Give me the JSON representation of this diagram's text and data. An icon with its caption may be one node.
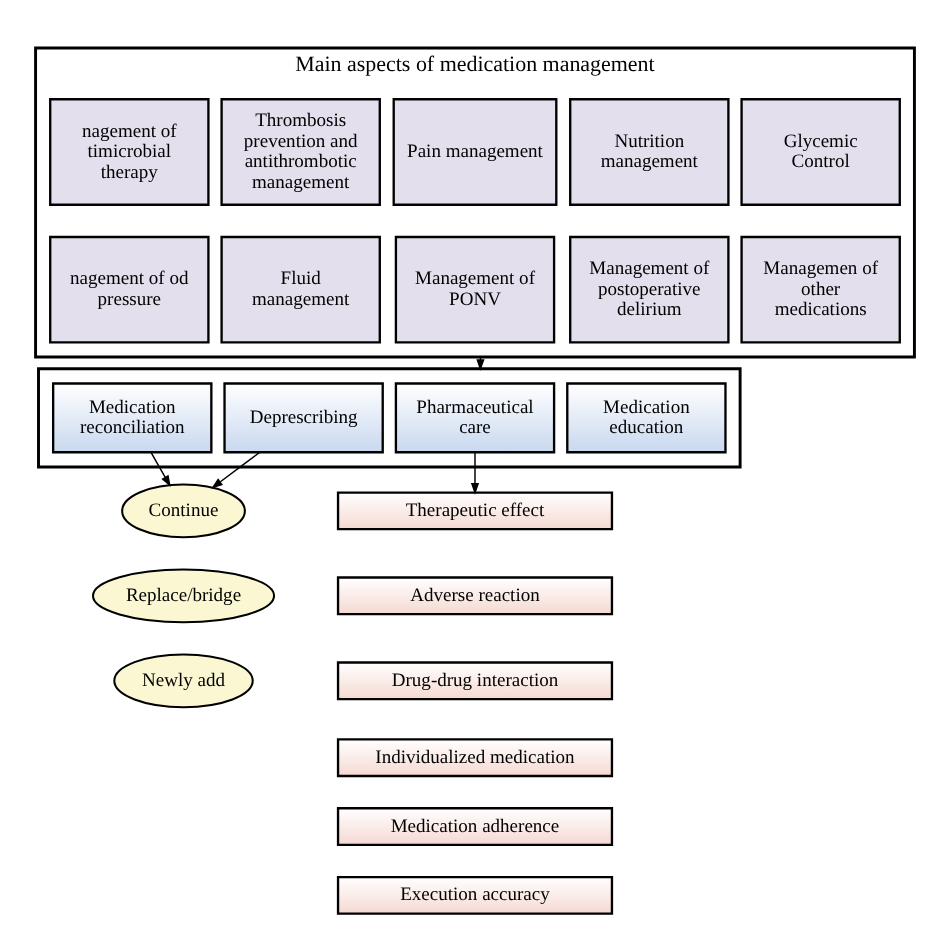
{
  "diagram": {
    "nodes": [
      {
        "text": [
          "Main aspects of medication management"
        ]
      },
      {
        "text": [
          "nagement of timicrobial therapy"
        ],
        "in": 0
      },
      {
        "text": [
          "Thrombosis prevention and antithrombotic management"
        ],
        "in": 0
      },
      {
        "text": [
          "Pain management"
        ],
        "in": 0
      },
      {
        "text": [
          "Nutrition management"
        ],
        "in": 0
      },
      {
        "text": [
          "Glycemic Control"
        ],
        "in": 0
      },
      {
        "text": [
          "nagement of od pressure"
        ],
        "in": 0
      },
      {
        "text": [
          "Fluid management"
        ],
        "in": 0
      },
      {
        "text": [
          "Management of PONV"
        ],
        "in": 0
      },
      {
        "text": [
          "Management of postoperative delirium"
        ],
        "in": 0
      },
      {
        "text": [
          "Managemen of other medications"
        ],
        "in": 0
      },
      {
        "text": [],
        "shape": "box"
      },
      {
        "text": [
          "Medication reconciliation"
        ],
        "in": 11
      },
      {
        "text": [
          "Deprescribing"
        ],
        "in": 11
      },
      {
        "text": [
          "Pharmaceutical care"
        ],
        "in": 11
      },
      {
        "text": [
          "Medication education"
        ],
        "in": 11
      },
      {
        "text": [
          "Continue"
        ]
      },
      {
        "text": [
          "Replace/bridge"
        ]
      },
      {
        "text": [
          "Newly add"
        ]
      },
      {
        "text": [
          "Therapeutic effect"
        ]
      },
      {
        "text": [
          "Adverse reaction"
        ]
      },
      {
        "text": [
          "Drug-drug interaction"
        ]
      },
      {
        "text": [
          "Individualized medication"
        ]
      },
      {
        "text": [
          "Medication adherence"
        ]
      },
      {
        "text": [
          "Execution accuracy"
        ]
      }
    ],
    "edges": [
      {
        "from": 0,
        "to": 11,
        "arrow": "to"
      },
      {
        "from": 12,
        "to": 16,
        "arrow": "to"
      },
      {
        "from": 13,
        "to": 16,
        "arrow": "to"
      },
      {
        "from": 14,
        "to": 19,
        "arrow": "to"
      }
    ]
  }
}
